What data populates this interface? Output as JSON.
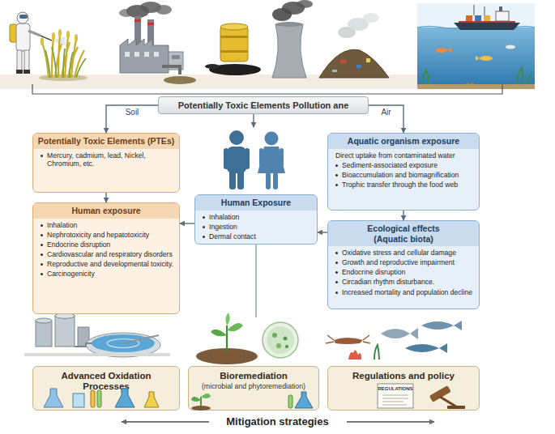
{
  "diagram": {
    "nodes": [
      {
        "text": [
          "Potentially Toxic Elements Pollution ane"
        ]
      },
      {
        "text": [
          "Potentially Toxic Elements (PTEs)",
          "Mercury, cadmium, lead, Nickel, Chromium, etc."
        ]
      },
      {
        "text": [
          "Human exposure",
          "Inhalation",
          "Nephrotoxicity and hepatotoxicity",
          "Endocrine disruption",
          "Cardiovascular and respiratory disorders",
          "Reproductive and developmental toxicity.",
          "Carcinogenicity"
        ]
      },
      {
        "text": [
          "Human Exposure",
          "Inhalation",
          "Ingestion",
          "Dermal contact"
        ]
      },
      {
        "text": [
          "Aquatic organism exposure",
          "Direct uptake from contaminated water",
          "Sediment-associated exposure",
          "Bioaccumulation and biomagnification",
          "Trophic transfer through the food web"
        ]
      },
      {
        "text": [
          "Ecological effects (Aquatic biota)",
          "Oxidative stress and cellular damage",
          "Growth and reproductive impairment",
          "Endocrine disruption",
          "Circadian rhythm disturbance.",
          "Increased mortality and population decline"
        ]
      },
      {
        "text": [
          "Advanced Oxidation Processes"
        ]
      },
      {
        "text": [
          "Bioremediation",
          "(microbial and phytoremediation)"
        ]
      },
      {
        "text": [
          "Regulations and policy"
        ]
      }
    ],
    "edges": [
      {
        "from": 0,
        "to": 1,
        "label": "Soil",
        "arrow": "to"
      },
      {
        "from": 0,
        "to": 4,
        "label": "Air",
        "arrow": "to"
      },
      {
        "from": 1,
        "to": 2,
        "arrow": "to"
      },
      {
        "from": 4,
        "to": 5,
        "arrow": "to"
      },
      {
        "from": 3,
        "to": 2,
        "arrow": "to"
      },
      {
        "from": 5,
        "to": 3,
        "arrow": "to"
      }
    ],
    "labels": [
      "REGULATIONS",
      "Mitigation strategies"
    ]
  }
}
